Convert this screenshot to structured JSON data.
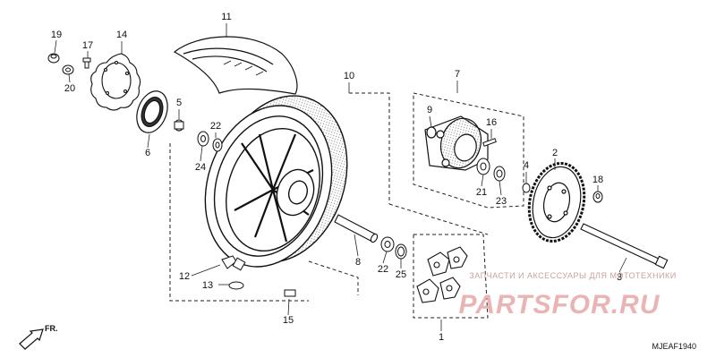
{
  "diagram_code": "MJEAF1940",
  "front_label": "FR.",
  "watermark": {
    "tagline": "ЗАПЧАСТИ И АКСЕССУАРЫ ДЛЯ МОТОТЕХНИКИ",
    "logo": "PARTSFOR.RU"
  },
  "callouts": [
    {
      "id": "1",
      "label": "1"
    },
    {
      "id": "2",
      "label": "2"
    },
    {
      "id": "3",
      "label": "3"
    },
    {
      "id": "4",
      "label": "4"
    },
    {
      "id": "5",
      "label": "5"
    },
    {
      "id": "6",
      "label": "6"
    },
    {
      "id": "7",
      "label": "7"
    },
    {
      "id": "8",
      "label": "8"
    },
    {
      "id": "9",
      "label": "9"
    },
    {
      "id": "10",
      "label": "10"
    },
    {
      "id": "11",
      "label": "11"
    },
    {
      "id": "12",
      "label": "12"
    },
    {
      "id": "13",
      "label": "13"
    },
    {
      "id": "14",
      "label": "14"
    },
    {
      "id": "15",
      "label": "15"
    },
    {
      "id": "16",
      "label": "16"
    },
    {
      "id": "17",
      "label": "17"
    },
    {
      "id": "18",
      "label": "18"
    },
    {
      "id": "19",
      "label": "19"
    },
    {
      "id": "20",
      "label": "20"
    },
    {
      "id": "21",
      "label": "21"
    },
    {
      "id": "22a",
      "label": "22"
    },
    {
      "id": "22b",
      "label": "22"
    },
    {
      "id": "23",
      "label": "23"
    },
    {
      "id": "24",
      "label": "24"
    },
    {
      "id": "25",
      "label": "25"
    }
  ]
}
